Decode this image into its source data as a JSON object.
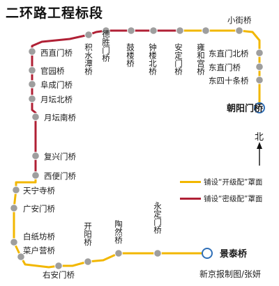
{
  "title": "二环路工程标段",
  "colors": {
    "gold": "#F2B700",
    "red": "#B02035",
    "station": "#9e9e9e",
    "terminal": "#2F6FB7"
  },
  "north_label": "北",
  "legend": [
    {
      "label": "铺设“开级配”罩面",
      "color": "#F2B700"
    },
    {
      "label": "铺设“密级配”罩面",
      "color": "#B02035"
    }
  ],
  "credit": "新京报制图/张妍",
  "stations": [
    {
      "id": "chaoyangmen",
      "label": "朝阳门桥",
      "terminal": true
    },
    {
      "id": "dongsishitiao",
      "label": "东四十条桥"
    },
    {
      "id": "dongzhimen",
      "label": "东直门桥"
    },
    {
      "id": "dongzhimenbei",
      "label": "东直门北桥"
    },
    {
      "id": "xiaojie",
      "label": "小街桥"
    },
    {
      "id": "yonghegong",
      "label": "雍和宫桥"
    },
    {
      "id": "andingmen",
      "label": "安定门桥"
    },
    {
      "id": "zhonglou",
      "label": "钟楼北桥"
    },
    {
      "id": "gulou",
      "label": "鼓楼桥"
    },
    {
      "id": "deshengmen",
      "label": "德胜门桥"
    },
    {
      "id": "jishuitan",
      "label": "积水潭桥"
    },
    {
      "id": "xizhimen",
      "label": "西直门桥"
    },
    {
      "id": "guanyuan",
      "label": "官园桥"
    },
    {
      "id": "fuchengmen",
      "label": "阜成门桥"
    },
    {
      "id": "yuetanbei",
      "label": "月坛北桥"
    },
    {
      "id": "yuetannan",
      "label": "月坛南桥"
    },
    {
      "id": "fuxingmen",
      "label": "复兴门桥"
    },
    {
      "id": "xibianmen",
      "label": "西便门桥"
    },
    {
      "id": "tianningsi",
      "label": "天宁寺桥"
    },
    {
      "id": "guanganmen",
      "label": "广安门桥"
    },
    {
      "id": "baizhifang",
      "label": "白纸坊桥"
    },
    {
      "id": "caihuying",
      "label": "菜户营桥"
    },
    {
      "id": "youanmen",
      "label": "右安门桥"
    },
    {
      "id": "kaiyang",
      "label": "开阳桥"
    },
    {
      "id": "taoranting",
      "label": "陶然桥"
    },
    {
      "id": "yongdingmen",
      "label": "永定门桥"
    },
    {
      "id": "jingtai",
      "label": "景泰桥",
      "terminal": true
    }
  ],
  "route_segments": [
    {
      "from": "chaoyangmen",
      "to": "andingmen",
      "color": "#F2B700"
    },
    {
      "from": "andingmen",
      "to": "xibianmen",
      "color": "#B02035"
    },
    {
      "from": "xibianmen",
      "to": "jingtai",
      "color": "#F2B700"
    }
  ]
}
